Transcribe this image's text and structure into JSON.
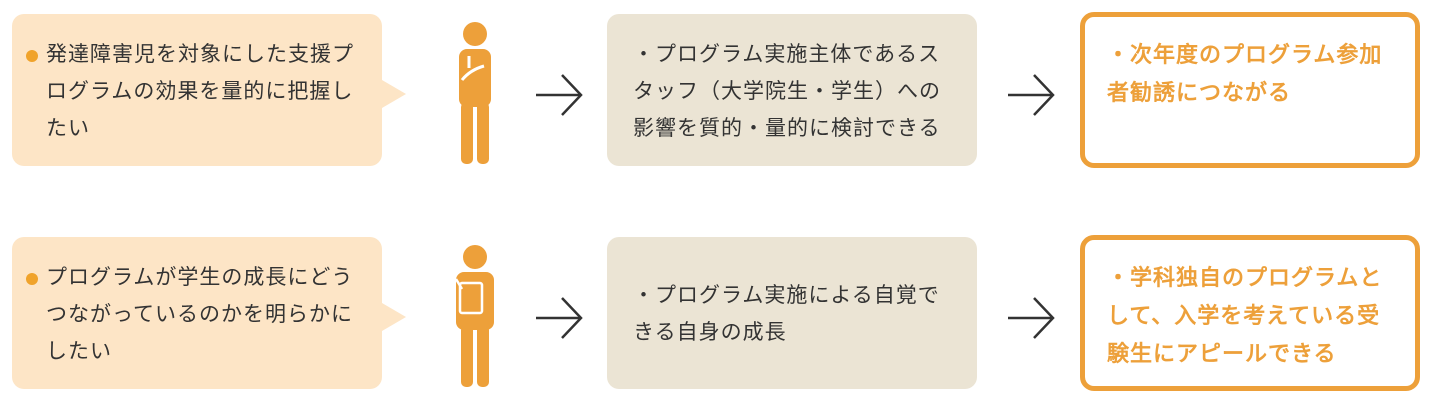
{
  "colors": {
    "accent": "#eda03a",
    "need_bg": "#fde5c6",
    "effect_bg": "#ebe4d4",
    "text": "#333333"
  },
  "rows": [
    {
      "need": "発達障害児を対象にした支援プログラムの効果を量的に把握したい",
      "person_icon": "person-thinking-icon",
      "effect": "・プログラム実施主体であるスタッフ（大学院生・学生）への影響を質的・量的に検討できる",
      "result": "・次年度のプログラム参加者勧誘につながる"
    },
    {
      "need": "プログラムが学生の成長にどうつながっているのかを明らかにしたい",
      "person_icon": "person-holding-book-icon",
      "effect": "・プログラム実施による自覚できる自身の成長",
      "result": "・学科独自のプログラムとして、入学を考えている受験生にアピールできる"
    }
  ]
}
